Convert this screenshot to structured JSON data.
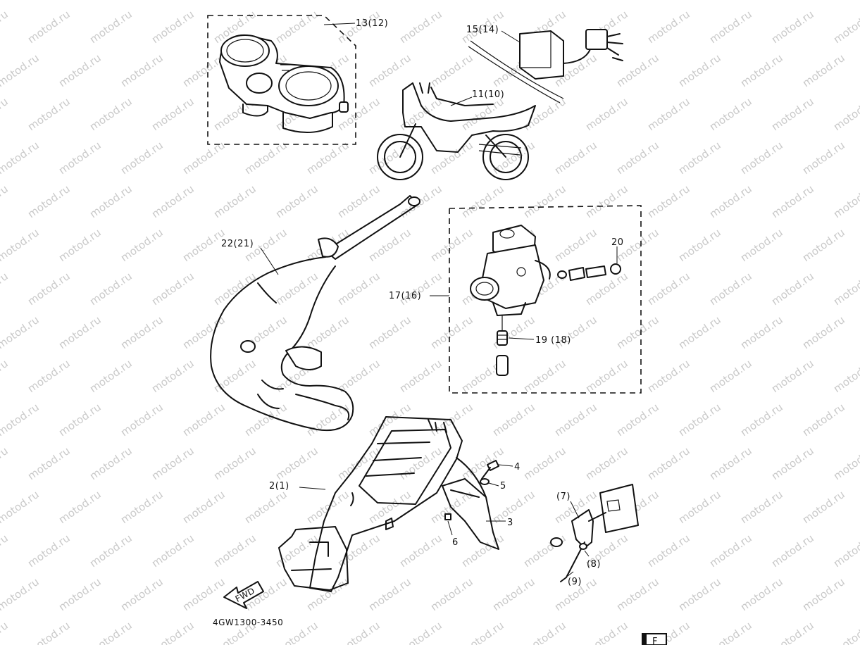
{
  "watermark": {
    "text": "motod.ru"
  },
  "diagram_code": "4GW1300-3450",
  "fwd_label": "FWD",
  "corner_mark": "F",
  "callouts": {
    "c13": "13(12)",
    "c15": "15(14)",
    "c11": "11(10)",
    "c22": "22(21)",
    "c17": "17(16)",
    "c20": "20",
    "c19": "19 (18)",
    "c2": "2(1)",
    "c4": "4",
    "c5": "5",
    "c3": "3",
    "c6": "6",
    "c7": "(7)",
    "c8": "(8)",
    "c9": "(9)"
  }
}
